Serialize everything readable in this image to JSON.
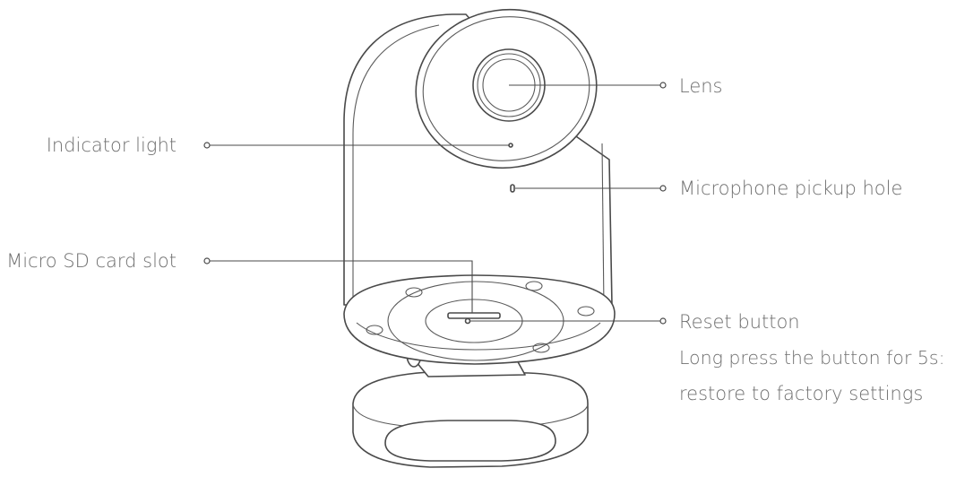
{
  "callouts": {
    "lens": "Lens",
    "indicator_light": "Indicator light",
    "microphone": "Microphone pickup hole",
    "sd_slot": "Micro SD card slot",
    "reset_title": "Reset button",
    "reset_line1": "Long press the button for 5s:",
    "reset_line2": "restore to factory settings"
  },
  "colors": {
    "line": "#4a4a4a",
    "text": "#6f6f6f",
    "background": "#ffffff"
  }
}
